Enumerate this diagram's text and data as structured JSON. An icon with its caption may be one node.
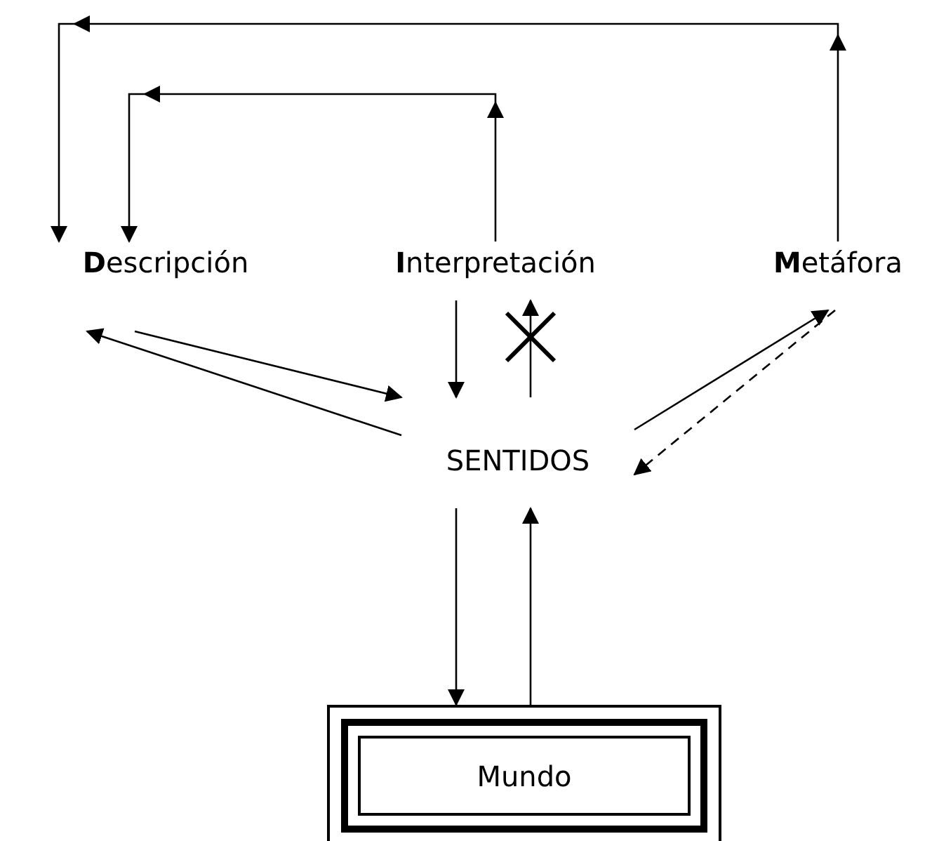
{
  "diagram": {
    "nodes": [
      {
        "text": [
          "**D**escripción"
        ]
      },
      {
        "text": [
          "**I**nterpretación"
        ]
      },
      {
        "text": [
          "**M**etáfora"
        ]
      },
      {
        "text": [
          "SENTIDOS"
        ]
      },
      {
        "text": [
          "Mundo"
        ]
      }
    ],
    "edges": [
      {
        "from": 2,
        "to": 0,
        "arrow": "to"
      },
      {
        "from": 1,
        "to": 0,
        "arrow": "to"
      },
      {
        "from": 0,
        "to": 3,
        "arrow": "to"
      },
      {
        "from": 3,
        "to": 0,
        "arrow": "to"
      },
      {
        "from": 1,
        "to": 3,
        "arrow": "to"
      },
      {
        "from": 3,
        "to": 1,
        "arrow": "to"
      },
      {
        "from": 3,
        "to": 2,
        "arrow": "to"
      },
      {
        "from": 2,
        "to": 3,
        "arrow": "to",
        "style": "dashed"
      },
      {
        "from": 3,
        "to": 4,
        "arrow": "to"
      },
      {
        "from": 4,
        "to": 3,
        "arrow": "to"
      }
    ]
  }
}
